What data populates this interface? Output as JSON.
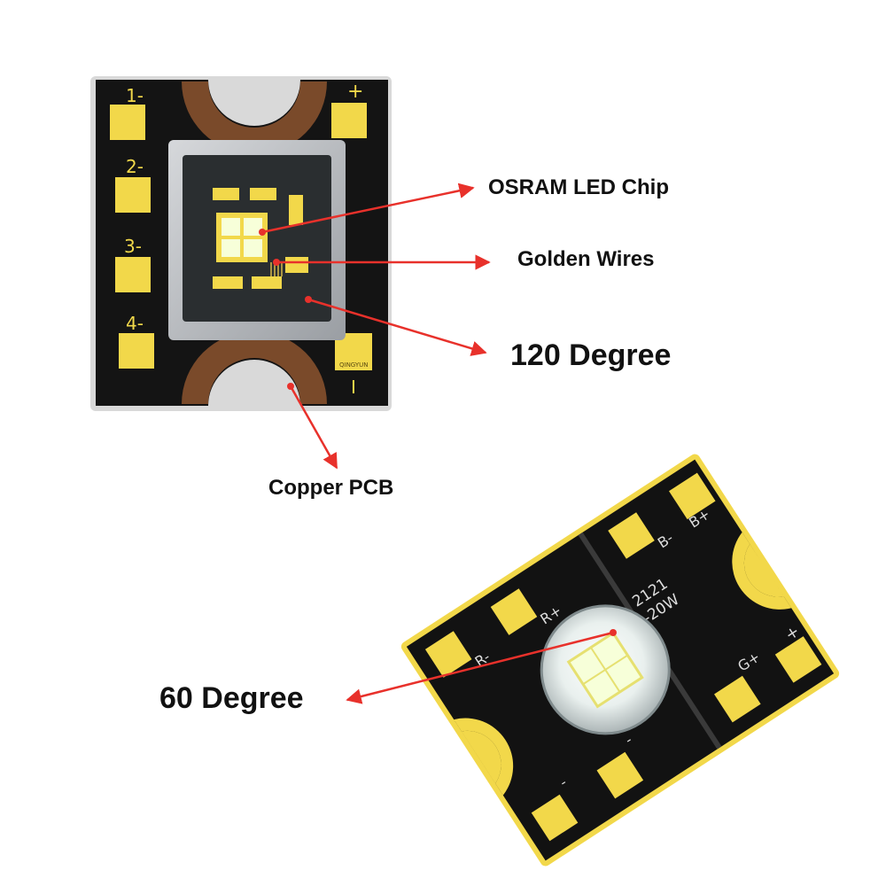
{
  "callouts": {
    "osram_led_chip": "OSRAM  LED Chip",
    "golden_wires": "Golden Wires",
    "angle_120": "120 Degree",
    "copper_pcb": "Copper PCB",
    "angle_60": "60 Degree"
  },
  "board_top": {
    "pad_labels": [
      "1-",
      "2-",
      "3-",
      "4-"
    ],
    "plus_label": "+",
    "minus_label": "I",
    "logo_text": "QINGYUN"
  },
  "board_bottom": {
    "pad_labels": [
      "R-",
      "R+",
      "B-",
      "B+",
      "G+",
      "-",
      "-"
    ],
    "plus_label": "+",
    "model_text": "2121",
    "power_text": "-20W"
  },
  "colors": {
    "board_black": "#111111",
    "gold_pad": "#f2d84a",
    "copper": "#7a4a2a",
    "metal_frame": "#b9bcc0",
    "arrow_red": "#e8312b",
    "led_white": "#f7ffd9"
  }
}
